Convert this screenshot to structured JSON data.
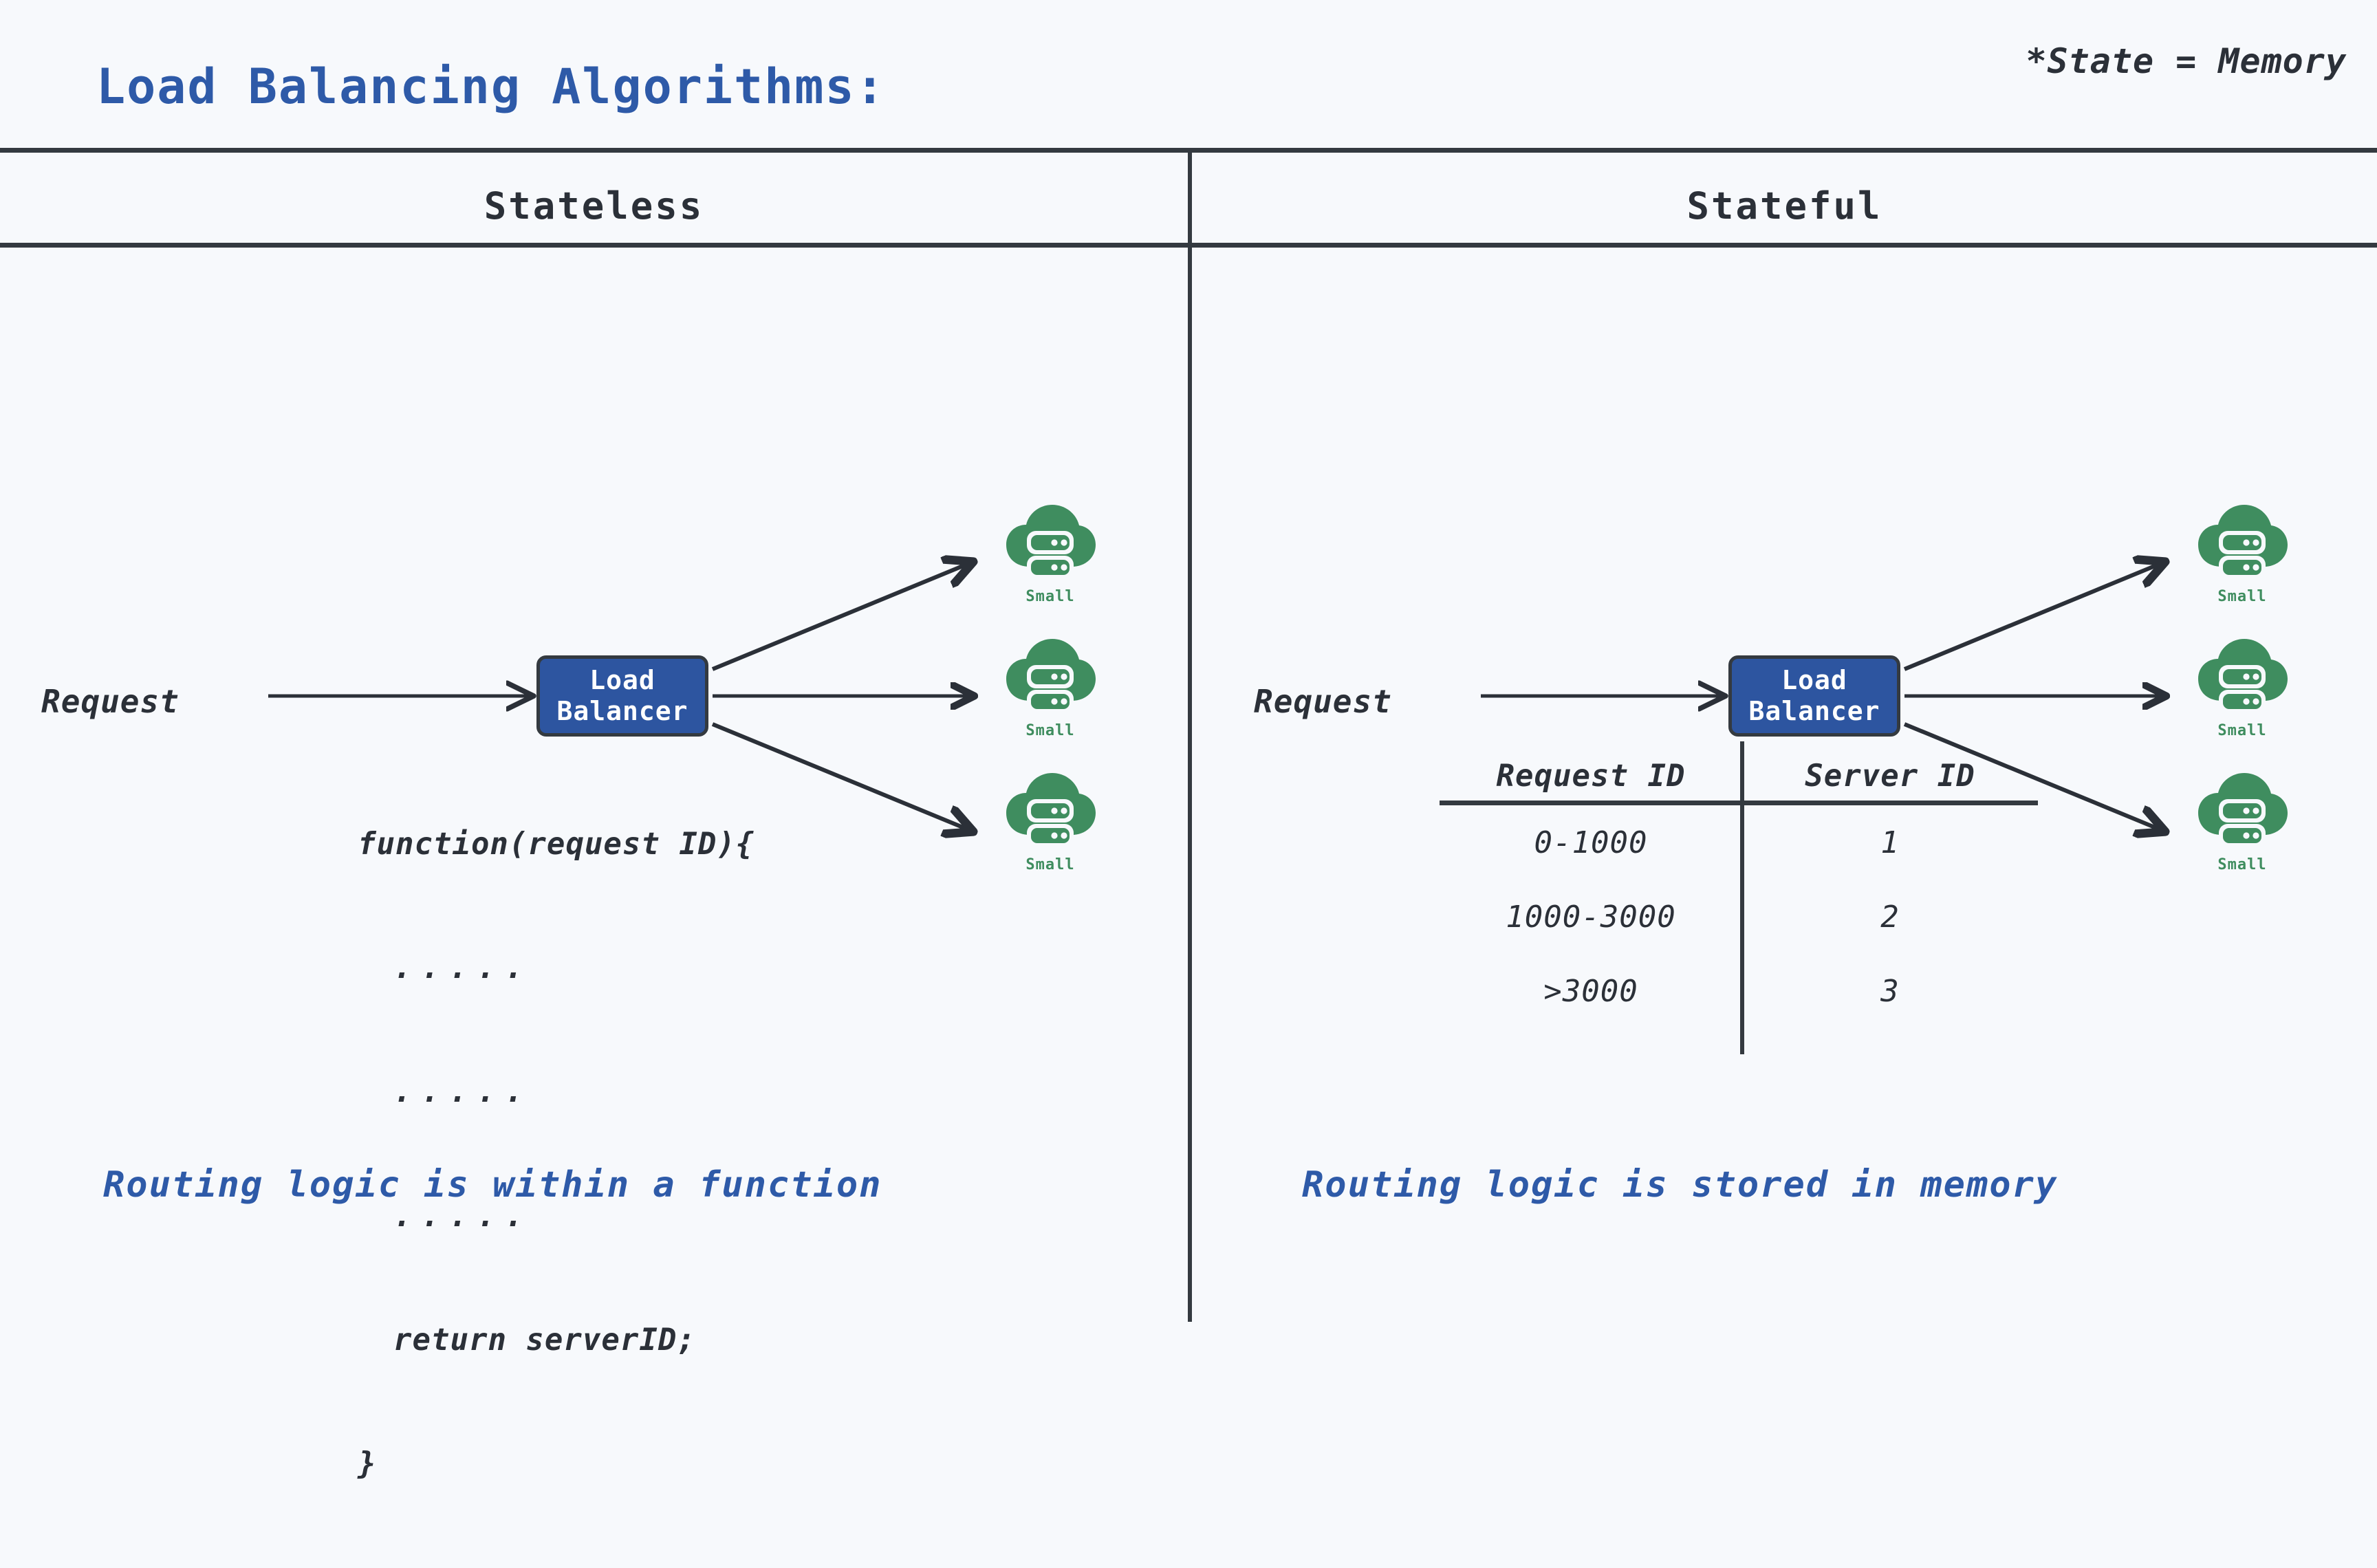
{
  "header": {
    "title": "Load Balancing Algorithms:",
    "state_note": "*State = Memory"
  },
  "columns": [
    {
      "header": "Stateless"
    },
    {
      "header": "Stateful"
    }
  ],
  "left_panel": {
    "request_label": "Request",
    "load_balancer": {
      "line1": "Load",
      "line2": "Balancer"
    },
    "servers": [
      {
        "label": "Small",
        "icon": "cloud-server-icon",
        "color": "#3f8d5f"
      },
      {
        "label": "Small",
        "icon": "cloud-server-icon",
        "color": "#3f8d5f"
      },
      {
        "label": "Small",
        "icon": "cloud-server-icon",
        "color": "#3f8d5f"
      }
    ],
    "code_lines": [
      "function(request ID){",
      ".....",
      ".....",
      ".....",
      "return serverID;",
      "}"
    ],
    "caption": "Routing logic is within a function"
  },
  "right_panel": {
    "request_label": "Request",
    "load_balancer": {
      "line1": "Load",
      "line2": "Balancer"
    },
    "servers": [
      {
        "label": "Small",
        "icon": "cloud-server-icon",
        "color": "#3f8d5f"
      },
      {
        "label": "Small",
        "icon": "cloud-server-icon",
        "color": "#3f8d5f"
      },
      {
        "label": "Small",
        "icon": "cloud-server-icon",
        "color": "#3f8d5f"
      }
    ],
    "table": {
      "headers": [
        "Request ID",
        "Server ID"
      ],
      "rows": [
        [
          "0-1000",
          "1"
        ],
        [
          "1000-3000",
          "2"
        ],
        [
          ">3000",
          "3"
        ]
      ]
    },
    "caption": "Routing logic is stored in memory"
  },
  "colors": {
    "background": "#f7f9fc",
    "rule": "#343a40",
    "accent_blue": "#2e5aa8",
    "lb_fill": "#2d55a0",
    "server_green": "#3f8d5f",
    "text_dark": "#2b3038"
  }
}
